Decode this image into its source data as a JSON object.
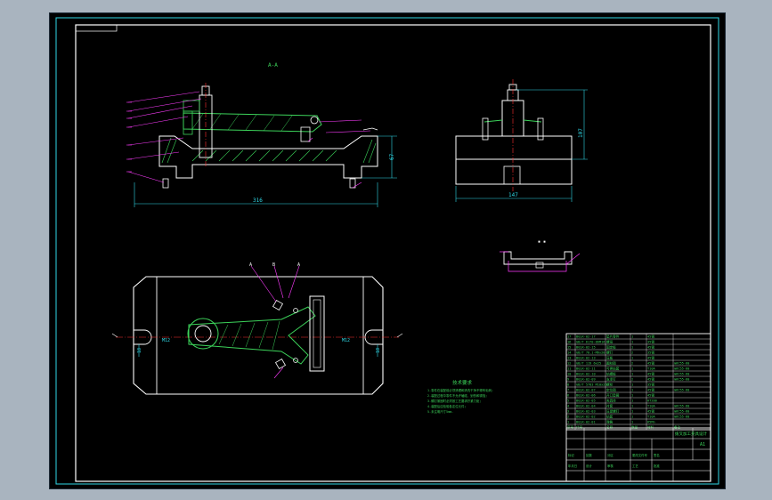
{
  "drawing": {
    "colors": {
      "frame": "#ffffff",
      "outer_frame": "#2fd8e6",
      "part": "#ffffff",
      "fixture": "#3cd35a",
      "leader": "#ff3cff",
      "dimension": "#2fd8e6",
      "center": "#ff3030",
      "table": "#ffffff",
      "table_text": "#3cd35a"
    },
    "front_view": {
      "section_label": "A-A",
      "dim_length": "316",
      "dim_height": "67"
    },
    "side_view": {
      "dim_width": "147",
      "dim_height": "107"
    },
    "top_view": {
      "dim_left": "18",
      "dim_right": "18",
      "m_left": "M12",
      "m_right": "M12",
      "callouts": [
        "A",
        "B",
        "A"
      ]
    },
    "technical_notes": {
      "title": "技术要求",
      "lines": [
        "1.零件在装配前必须清理和清洗干净不得有毛刺;",
        "2.装配过程中零件不允许磕碰、划伤和锈蚀;",
        "3.螺钉紧固时必须按工艺要求拧紧力矩;",
        "4.装配后应检验各定位元件;",
        "5.未注明尺寸5mm."
      ]
    },
    "parts_table": {
      "rows": [
        [
          "17",
          "BGSX-02-17",
          "垫片零件",
          "1",
          "45钢",
          ""
        ],
        [
          "16",
          "GB/T 6170-86M16",
          "螺母",
          "1",
          "35钢",
          ""
        ],
        [
          "15",
          "BGSX-02-15",
          "固定板",
          "1",
          "45钢",
          ""
        ],
        [
          "14",
          "GB/T 70.1-M6x20",
          "螺钉",
          "2",
          "35钢",
          ""
        ],
        [
          "13",
          "BGSX-02-13",
          "压板",
          "1",
          "45钢",
          ""
        ],
        [
          "12",
          "GB/T 119 6x25",
          "圆柱销",
          "2",
          "45钢",
          "m6C55-60"
        ],
        [
          "11",
          "BGSX-02-11",
          "可换钻套",
          "1",
          "T10A",
          "m6C55-60"
        ],
        [
          "10",
          "BGSX-02-10",
          "钻模板",
          "1",
          "45钢",
          "m6C55-60"
        ],
        [
          "9",
          "BGSX-02-09",
          "支承钉",
          "2",
          "45钢",
          "m6C55-60"
        ],
        [
          "8",
          "GB/T 5783 M10x25",
          "螺栓",
          "1",
          "35钢",
          ""
        ],
        [
          "7",
          "BGSX-02-07",
          "定位销",
          "1",
          "45钢",
          "m6C55-60"
        ],
        [
          "6",
          "BGSX-02-06",
          "开口垫圈",
          "1",
          "45钢",
          ""
        ],
        [
          "5",
          "BGSX-02-05",
          "夹具体",
          "1",
          "HT200",
          ""
        ],
        [
          "4",
          "BGSX-02-04",
          "衬套",
          "1",
          "T10A",
          "m6C55-60"
        ],
        [
          "3",
          "BGSX-02-03",
          "压紧螺钉",
          "1",
          "45钢",
          "m6C55-60"
        ],
        [
          "2",
          "BGSX-02-02",
          "钻套",
          "1",
          "T10A",
          "m6C55-60"
        ],
        [
          "1",
          "BGSX-02-01",
          "弹簧",
          "1",
          "65Mn",
          ""
        ]
      ],
      "header": [
        "序号",
        "代号",
        "名称",
        "数量",
        "材料",
        "备注"
      ]
    },
    "title_block": {
      "drawing_title": "拨叉加工夹具设计",
      "code": "A1",
      "labels": [
        "标记",
        "处数",
        "分区",
        "更改文件号",
        "签名",
        "年月日",
        "设计",
        "审核",
        "工艺",
        "批准"
      ]
    }
  }
}
